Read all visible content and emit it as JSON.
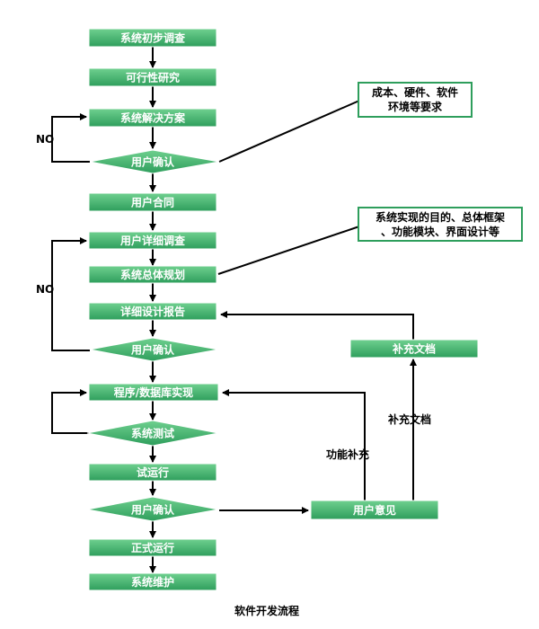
{
  "colors": {
    "box_fill_top": "#6fd08f",
    "box_fill_bottom": "#2e9e5c",
    "box_edge": "#ffffff",
    "note_border": "#2e9e5c",
    "line": "#000000"
  },
  "nodes": {
    "survey": "系统初步调查",
    "feasibility": "可行性研究",
    "solution": "系统解决方案",
    "confirm1": "用户确认",
    "contract": "用户合同",
    "detail_survey": "用户详细调查",
    "overall_plan": "系统总体规划",
    "design_report": "详细设计报告",
    "confirm2": "用户确认",
    "implementation": "程序/数据库实现",
    "testing": "系统测试",
    "trial_run": "试运行",
    "confirm3": "用户确认",
    "formal_run": "正式运行",
    "maintenance": "系统维护",
    "feedback": "用户意见",
    "supplement_doc": "补充文档"
  },
  "labels": {
    "no1": "NO",
    "no2": "NO",
    "func_supplement": "功能补充",
    "doc_supplement": "补充文档"
  },
  "notes": {
    "note1": [
      "成本、硬件、软件",
      "环境等要求"
    ],
    "note2": [
      "系统实现的目的、总体框架",
      "、功能模块、界面设计等"
    ]
  },
  "caption": "软件开发流程"
}
